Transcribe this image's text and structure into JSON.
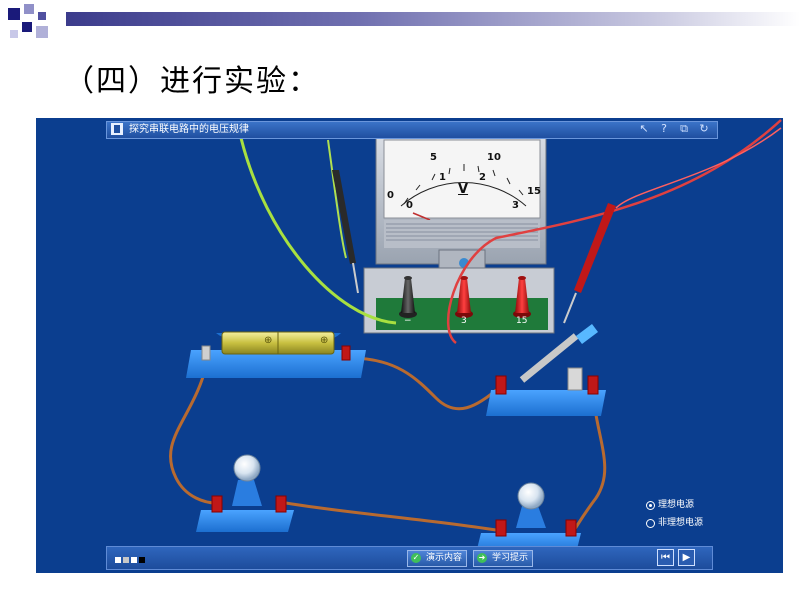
{
  "slide": {
    "title": "（四）进行实验："
  },
  "simulator": {
    "title": "探究串联电路中的电压规律",
    "header_controls": [
      "↖",
      "?",
      "⧉",
      "↻"
    ],
    "meter": {
      "unit": "V",
      "upper_scale": [
        "0",
        "5",
        "10",
        "15"
      ],
      "lower_scale": [
        "0",
        "1",
        "2",
        "3"
      ],
      "terminal_labels": [
        "−",
        "3",
        "15"
      ]
    },
    "footer": {
      "swatch_colors": [
        "#ffffff",
        "#c8c8c8",
        "#ffffff",
        "#000000"
      ],
      "btn_show_content": "演示内容",
      "btn_study_tips": "学习提示",
      "nav_prev": "⏮",
      "nav_next": "▶"
    },
    "power_options": [
      {
        "label": "理想电源",
        "selected": true
      },
      {
        "label": "非理想电源",
        "selected": false
      }
    ]
  }
}
